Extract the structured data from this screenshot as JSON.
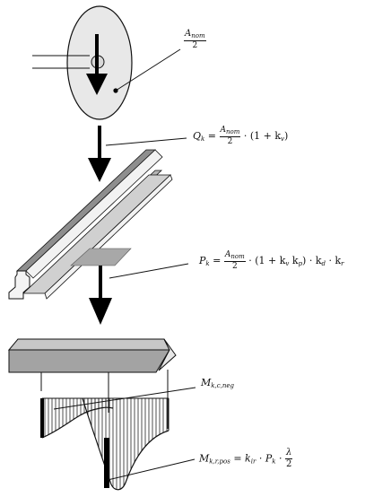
{
  "labels": {
    "wheel_load": {
      "sym": "A",
      "sub": "nom",
      "den": "2"
    },
    "q": {
      "lhs": "Q",
      "lhs_sub": "k",
      "eq": "=",
      "num": "A",
      "num_sub": "nom",
      "den": "2",
      "rest": "· (1 + k",
      "rest_sub": "v",
      "close": ")"
    },
    "p": {
      "lhs": "P",
      "lhs_sub": "k",
      "eq": "=",
      "num": "A",
      "num_sub": "nom",
      "den": "2",
      "t1": "· (1 + k",
      "t1_sub": "v",
      "t2": " k",
      "t2_sub": "p",
      "t3": ") · k",
      "t3_sub": "d",
      "t4": "· k",
      "t4_sub": "r"
    },
    "m_neg": {
      "sym": "M",
      "sub": "k,c,neg"
    },
    "m_pos": {
      "sym": "M",
      "sub": "k,r,pos",
      "eq": "=",
      "k": "k",
      "k_sub": "ir",
      "dot1": "·",
      "p": "P",
      "p_sub": "k",
      "dot2": "·",
      "num": "λ",
      "den": "2"
    }
  }
}
